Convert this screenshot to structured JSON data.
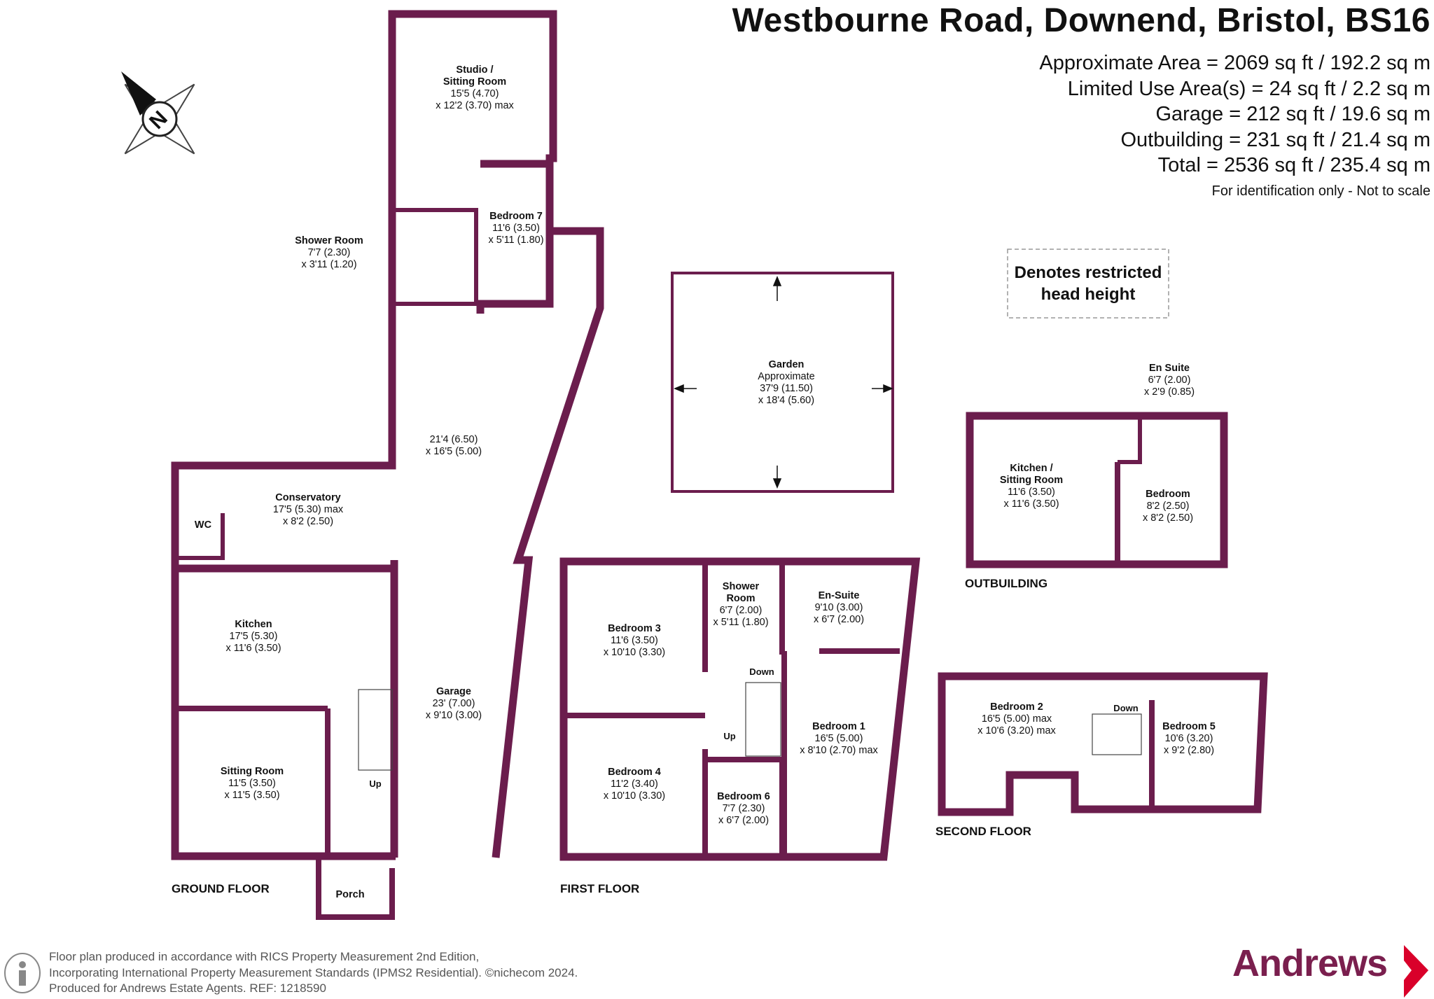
{
  "title": "Westbourne Road, Downend, Bristol, BS16",
  "areas": [
    "Approximate Area = 2069 sq ft / 192.2 sq m",
    "Limited Use Area(s) = 24 sq ft / 2.2 sq m",
    "Garage = 212 sq ft / 19.6 sq m",
    "Outbuilding = 231 sq ft / 21.4 sq m",
    "Total = 2536 sq ft / 235.4 sq m"
  ],
  "note": "For identification only - Not to scale",
  "compass_letter": "N",
  "restricted_legend": {
    "line1": "Denotes restricted",
    "line2": "head height"
  },
  "floors": {
    "ground": "GROUND FLOOR",
    "first": "FIRST FLOOR",
    "second": "SECOND FLOOR",
    "outbuilding": "OUTBUILDING"
  },
  "rooms": {
    "studio": {
      "name1": "Studio /",
      "name2": "Sitting Room",
      "dim1": "15'5 (4.70)",
      "dim2": "x 12'2 (3.70) max"
    },
    "bedroom7": {
      "name": "Bedroom 7",
      "dim1": "11'6 (3.50)",
      "dim2": "x 5'11 (1.80)"
    },
    "shower_gf": {
      "name": "Shower Room",
      "dim1": "7'7 (2.30)",
      "dim2": "x 3'11 (1.20)"
    },
    "garden_area": {
      "dim1": "21'4 (6.50)",
      "dim2": "x 16'5 (5.00)"
    },
    "conservatory": {
      "name": "Conservatory",
      "dim1": "17'5 (5.30) max",
      "dim2": "x 8'2 (2.50)"
    },
    "wc": {
      "name": "WC"
    },
    "kitchen": {
      "name": "Kitchen",
      "dim1": "17'5 (5.30)",
      "dim2": "x 11'6 (3.50)"
    },
    "sitting": {
      "name": "Sitting Room",
      "dim1": "11'5 (3.50)",
      "dim2": "x 11'5 (3.50)"
    },
    "garage": {
      "name": "Garage",
      "dim1": "23' (7.00)",
      "dim2": "x 9'10 (3.00)"
    },
    "porch": {
      "name": "Porch"
    },
    "garden": {
      "name": "Garden",
      "sub": "Approximate",
      "dim1": "37'9 (11.50)",
      "dim2": "x 18'4 (5.60)"
    },
    "bedroom3": {
      "name": "Bedroom 3",
      "dim1": "11'6 (3.50)",
      "dim2": "x 10'10 (3.30)"
    },
    "shower_ff": {
      "name1": "Shower",
      "name2": "Room",
      "dim1": "6'7 (2.00)",
      "dim2": "x 5'11 (1.80)"
    },
    "ensuite_ff": {
      "name": "En-Suite",
      "dim1": "9'10 (3.00)",
      "dim2": "x 6'7 (2.00)"
    },
    "bedroom4": {
      "name": "Bedroom 4",
      "dim1": "11'2 (3.40)",
      "dim2": "x 10'10 (3.30)"
    },
    "bedroom6": {
      "name": "Bedroom 6",
      "dim1": "7'7 (2.30)",
      "dim2": "x 6'7 (2.00)"
    },
    "bedroom1": {
      "name": "Bedroom 1",
      "dim1": "16'5 (5.00)",
      "dim2": "x 8'10 (2.70) max"
    },
    "ensuite_ob": {
      "name": "En Suite",
      "dim1": "6'7 (2.00)",
      "dim2": "x 2'9 (0.85)"
    },
    "kitchen_ob": {
      "name1": "Kitchen /",
      "name2": "Sitting Room",
      "dim1": "11'6 (3.50)",
      "dim2": "x 11'6 (3.50)"
    },
    "bedroom_ob": {
      "name": "Bedroom",
      "dim1": "8'2 (2.50)",
      "dim2": "x 8'2 (2.50)"
    },
    "bedroom2": {
      "name": "Bedroom 2",
      "dim1": "16'5 (5.00) max",
      "dim2": "x 10'6 (3.20) max"
    },
    "bedroom5": {
      "name": "Bedroom 5",
      "dim1": "10'6 (3.20)",
      "dim2": "x 9'2 (2.80)"
    }
  },
  "stairs": {
    "up_gf": "Up",
    "up_ff": "Up",
    "down_ff": "Down",
    "down_sf": "Down"
  },
  "footer": [
    "Floor plan produced in accordance with RICS Property Measurement 2nd Edition,",
    "Incorporating International Property Measurement Standards (IPMS2 Residential).  ©nichecom 2024.",
    "Produced for Andrews Estate Agents.   REF: 1218590"
  ],
  "brand": "Andrews",
  "colors": {
    "wall": "#6b1d4d",
    "brand": "#7a1f4e",
    "brand_arrow": "#d9002a"
  }
}
